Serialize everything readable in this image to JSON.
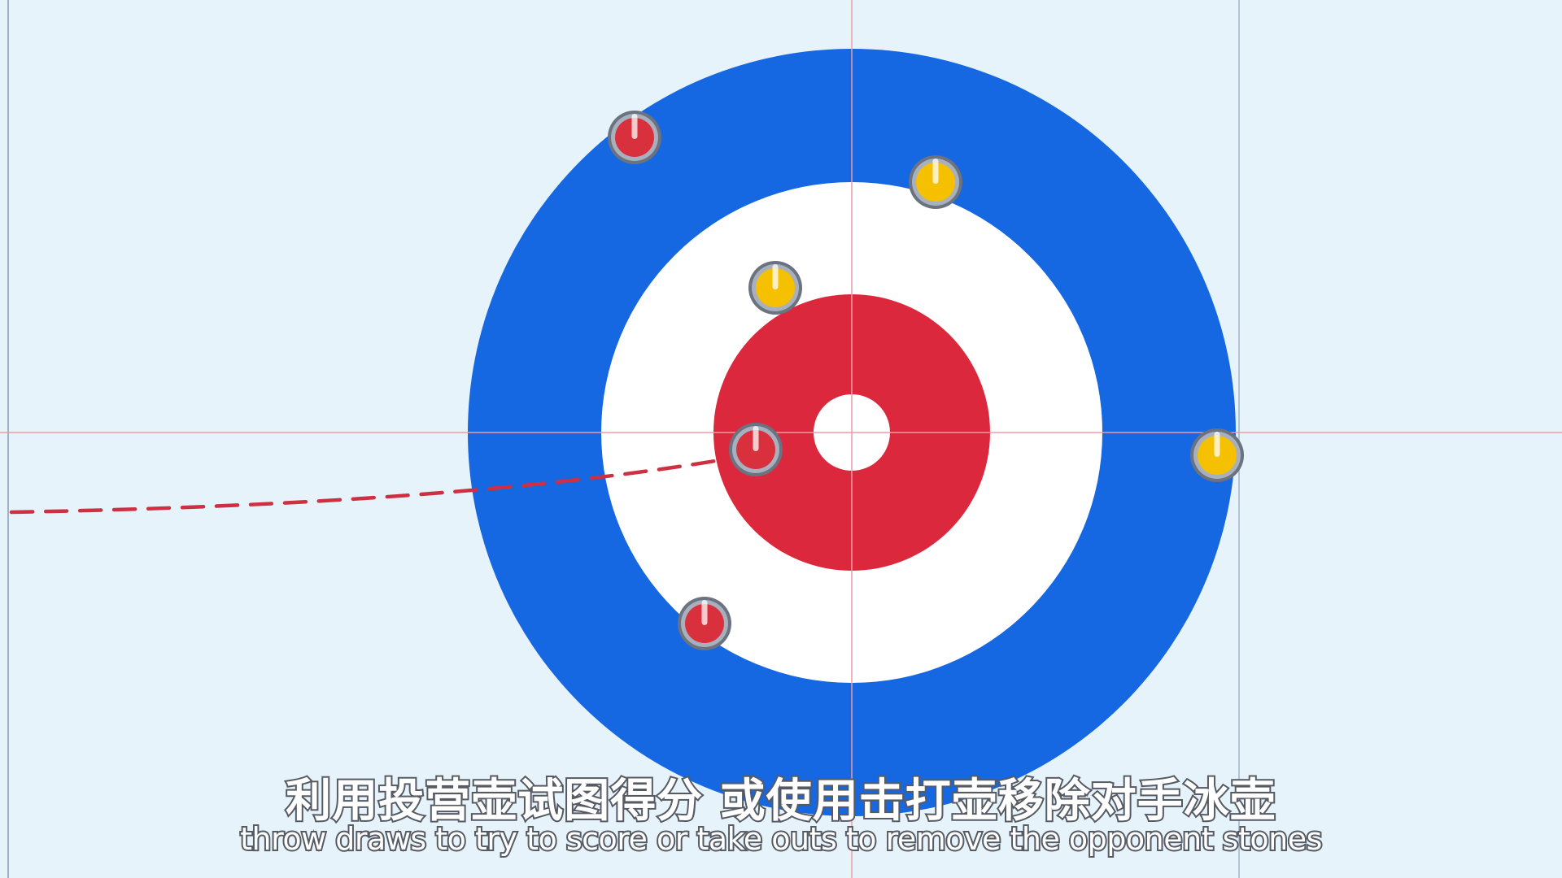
{
  "scene": {
    "background_color": "#e6f3fb",
    "house_colors": {
      "twelve_foot": "#1567e2",
      "eight_foot": "#ffffff",
      "four_foot": "#dc283c",
      "button": "#ffffff"
    },
    "line_color": "#f29aa5",
    "edge_line_color": "#9fb2c7",
    "path_color": "#cf3041"
  },
  "stones": [
    {
      "team": "red",
      "color": "#d9303e"
    },
    {
      "team": "yellow",
      "color": "#f5c000"
    },
    {
      "team": "yellow",
      "color": "#f5c000"
    },
    {
      "team": "red",
      "color": "#d9303e"
    },
    {
      "team": "yellow",
      "color": "#f5c000"
    },
    {
      "team": "red",
      "color": "#d9303e"
    }
  ],
  "subtitles": {
    "chinese": "利用投营壶试图得分  或使用击打壶移除对手冰壶",
    "english": "throw draws to try to score or take outs to remove the opponent stones"
  }
}
